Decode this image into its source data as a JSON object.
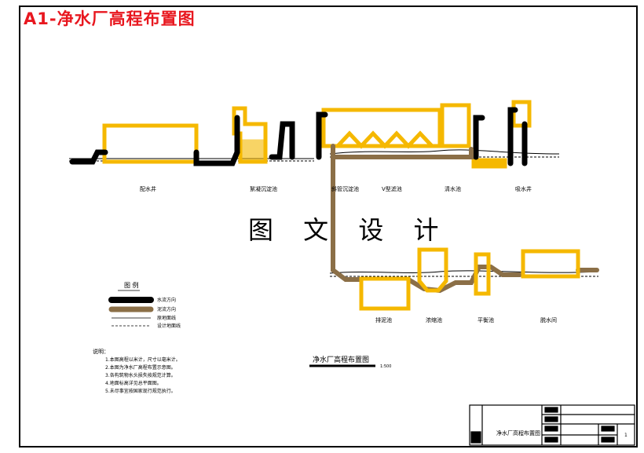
{
  "header": {
    "title": "A1-净水厂高程布置图"
  },
  "watermark": "图 文 设 计",
  "drawing": {
    "title": "净水厂高程布置图",
    "scale": "1:500"
  },
  "units": {
    "upper": [
      "配水井",
      "絮凝沉淀池",
      "斜管沉淀池",
      "V型滤池",
      "清水池",
      "吸水井"
    ],
    "lower": [
      "排泥池",
      "浓缩池",
      "平衡池",
      "脱水间"
    ]
  },
  "legend": {
    "title": "图 例",
    "items": [
      "水流方向",
      "泥流方向",
      "原地面线",
      "设计地面线"
    ]
  },
  "notes": {
    "title": "说明：",
    "lines": [
      "1.本图高程以米计，尺寸以毫米计。",
      "2.本图为净水厂高程布置示意图。",
      "3.各构筑物水头损失按规范计算。",
      "4.地面标高详见总平面图。",
      "5.未尽事宜按国家现行规范执行。"
    ]
  },
  "title_block": {
    "drawing_name": "净水厂高程布置图",
    "sheet_no": "1"
  },
  "colors": {
    "water_pipe": "#000000",
    "sludge_pipe": "#8b6f47",
    "structure": "#f5b800",
    "title_red": "#e8171f"
  }
}
